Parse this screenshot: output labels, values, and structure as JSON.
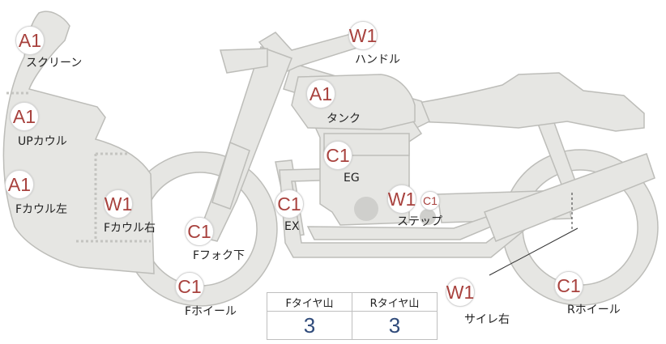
{
  "parts": [
    {
      "id": "screen",
      "grade": "A1",
      "label": "スクリーン"
    },
    {
      "id": "up-cowl",
      "grade": "A1",
      "label": "UPカウル"
    },
    {
      "id": "f-cowl-left",
      "grade": "A1",
      "label": "Fカウル左"
    },
    {
      "id": "f-cowl-right",
      "grade": "W1",
      "label": "Fカウル右"
    },
    {
      "id": "f-fork-lower",
      "grade": "C1",
      "label": "Fフォク下"
    },
    {
      "id": "f-wheel",
      "grade": "C1",
      "label": "Fホイール"
    },
    {
      "id": "handle",
      "grade": "W1",
      "label": "ハンドル"
    },
    {
      "id": "tank",
      "grade": "A1",
      "label": "タンク"
    },
    {
      "id": "engine",
      "grade": "C1",
      "label": "EG"
    },
    {
      "id": "exhaust",
      "grade": "C1",
      "label": "EX"
    },
    {
      "id": "step",
      "grade": "W1",
      "extra_grade": "C1",
      "label": "ステップ"
    },
    {
      "id": "silencer-right",
      "grade": "W1",
      "label": "サイレ右"
    },
    {
      "id": "r-wheel",
      "grade": "C1",
      "label": "Rホイール"
    }
  ],
  "tread": {
    "front_label": "Fタイヤ山",
    "rear_label": "Rタイヤ山",
    "front_value": "3",
    "rear_value": "3"
  },
  "colors": {
    "body_fill": "#e6e6e3",
    "body_stroke": "#bdbdb9",
    "grade_text": "#a8423e",
    "value_text": "#2f4a7a"
  }
}
